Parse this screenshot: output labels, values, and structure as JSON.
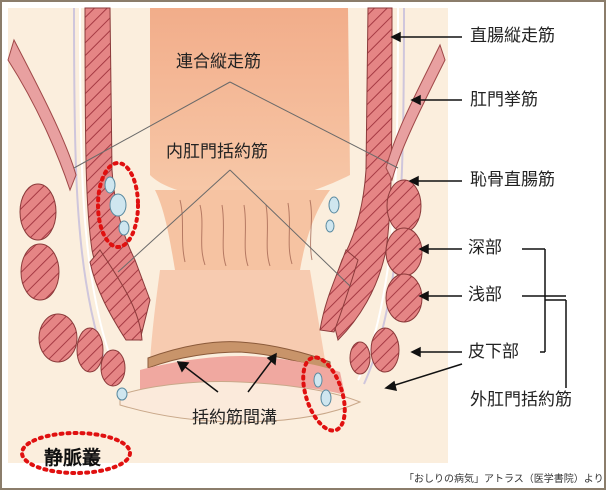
{
  "labels": {
    "rectum_longitudinal": "直腸縦走筋",
    "levator_ani": "肛門挙筋",
    "puborectalis": "恥骨直腸筋",
    "deep": "深部",
    "superficial": "浅部",
    "subcutaneous": "皮下部",
    "external_sphincter": "外肛門括約筋",
    "conjoined_longitudinal": "連合縦走筋",
    "internal_sphincter": "内肛門括約筋",
    "intersphincteric_groove": "括約筋間溝",
    "venous_plexus": "静脈叢"
  },
  "source_note": "「おしりの病気」アトラス（医学書院）より",
  "colors": {
    "frame": "#8b7d6b",
    "background": "#fdf3e2",
    "mucosa": "#f4b08a",
    "muscle": "#e37f7f",
    "hatch": "#b83e48",
    "fat": "#f6e6d6",
    "highlight": "#e01010"
  }
}
